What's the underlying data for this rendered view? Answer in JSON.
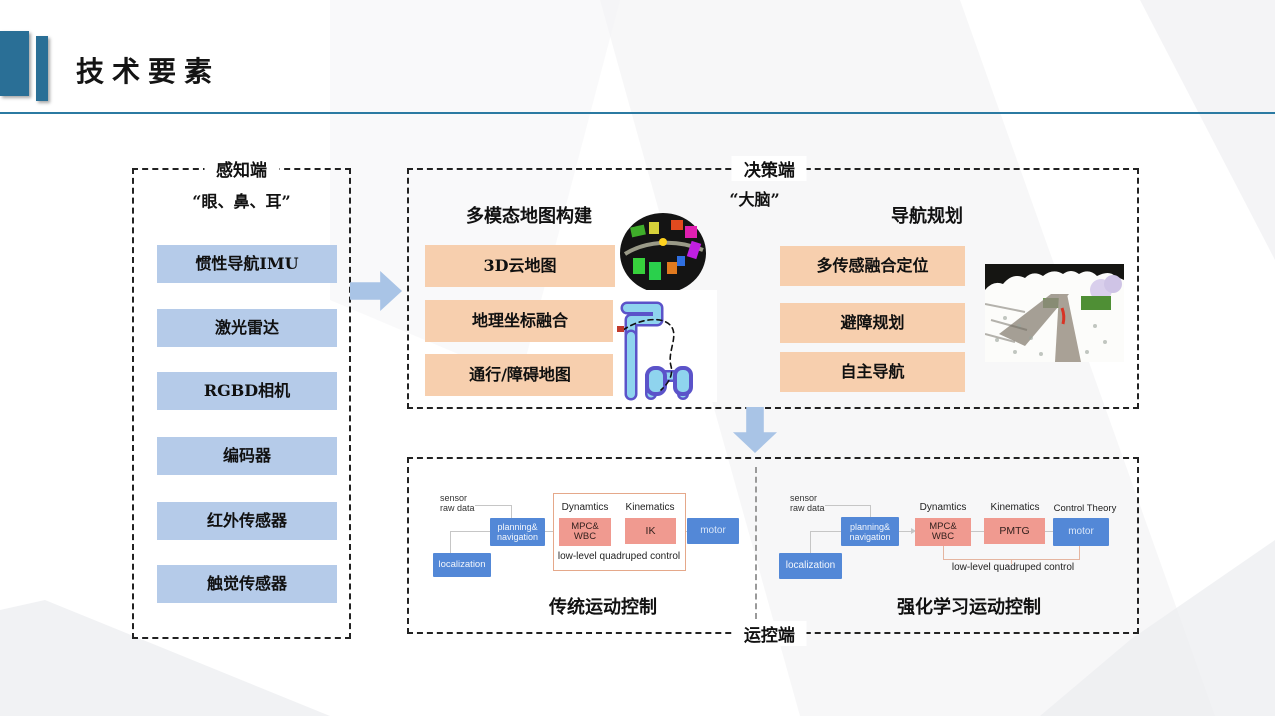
{
  "colors": {
    "accent_blue": "#2a6f96",
    "header_rule": "#2b7aa2",
    "panel_border": "#222222",
    "sensor_box_fill": "#b5cbe9",
    "orange_box_fill": "#f7cfae",
    "flow_box_blue": "#5388d7",
    "flow_box_salmon": "#f09a90",
    "big_arrow": "#a9c4e6"
  },
  "header": {
    "title": "技术要素"
  },
  "perception": {
    "label": "感知端",
    "subtitle": "“眼、鼻、耳”",
    "items": [
      {
        "label": "惯性导航IMU"
      },
      {
        "label": "激光雷达"
      },
      {
        "label": "RGBD相机"
      },
      {
        "label": "编码器"
      },
      {
        "label": "红外传感器"
      },
      {
        "label": "触觉传感器"
      }
    ]
  },
  "decision": {
    "label": "决策端",
    "subtitle": "“大脑”",
    "mapping": {
      "header": "多模态地图构建",
      "items": [
        {
          "label": "3D云地图"
        },
        {
          "label": "地理坐标融合"
        },
        {
          "label": "通行/障碍地图"
        }
      ]
    },
    "navigation": {
      "header": "导航规划",
      "items": [
        {
          "label": "多传感融合定位"
        },
        {
          "label": "避障规划"
        },
        {
          "label": "自主导航"
        }
      ]
    }
  },
  "motion": {
    "label": "运控端",
    "traditional": {
      "caption": "传统运动控制",
      "sensor_line1": "sensor",
      "sensor_line2": "raw data",
      "planning_line1": "planning&",
      "planning_line2": "navigation",
      "localization": "localization",
      "dynamics_label": "Dynamtics",
      "kinematics_label": "Kinematics",
      "mpc_line1": "MPC&",
      "mpc_line2": "WBC",
      "ik": "IK",
      "lowlevel": "low-level quadruped control",
      "motor": "motor"
    },
    "rl": {
      "caption": "强化学习运动控制",
      "sensor_line1": "sensor",
      "sensor_line2": "raw data",
      "planning_line1": "planning&",
      "planning_line2": "navigation",
      "localization": "localization",
      "dynamics_label": "Dynamtics",
      "kinematics_label": "Kinematics",
      "control_theory_label": "Control Theory",
      "mpc_line1": "MPC&",
      "mpc_line2": "WBC",
      "pmtg": "PMTG",
      "lowlevel": "low-level quadruped control",
      "motor": "motor"
    }
  }
}
